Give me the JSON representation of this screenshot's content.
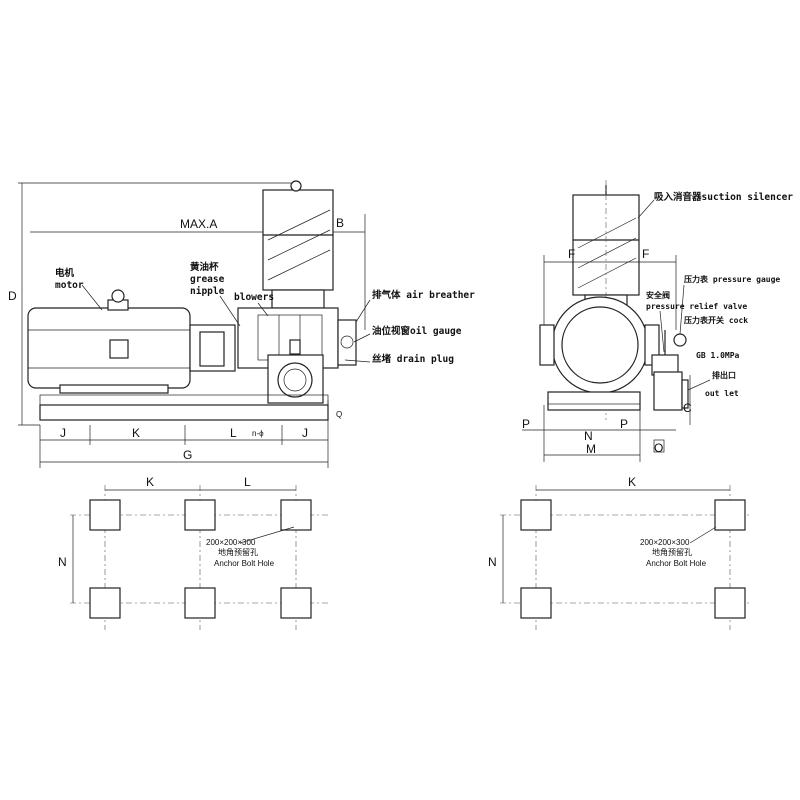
{
  "left_view": {
    "dims": {
      "max_a": "MAX.A",
      "b": "B",
      "d": "D",
      "j": "J",
      "k": "K",
      "l": "L",
      "n_phi": "n-ϕ",
      "j2": "J",
      "g": "G",
      "q": "Q"
    },
    "labels": {
      "motor_cn": "电机",
      "motor_en": "motor",
      "grease_cn": "黄油杯",
      "grease_en1": "grease",
      "grease_en2": "nipple",
      "blowers": "blowers",
      "air_breather": "排气体 air breather",
      "oil_gauge": "油位视窗oil gauge",
      "drain_plug": "丝堵 drain plug"
    }
  },
  "right_view": {
    "dims": {
      "f1": "F",
      "f2": "F",
      "p1": "P",
      "n": "N",
      "p2": "P",
      "m": "M",
      "o": "O",
      "c": "C"
    },
    "labels": {
      "suction_silencer": "吸入消音器suction silencer",
      "pressure_gauge": "压力表 pressure gauge",
      "safety_valve_cn": "安全阀",
      "pressure_relief": "pressure relief valve",
      "gauge_cock": "压力表开关 cock",
      "gb": "GB 1.0MPa",
      "outlet_cn": "排出口",
      "outlet_en": "out let"
    }
  },
  "foundation_left": {
    "k": "K",
    "l": "L",
    "n": "N",
    "size": "200×200×300",
    "hole_cn": "地角预留孔",
    "hole_en": "Anchor Bolt Hole"
  },
  "foundation_right": {
    "k": "K",
    "n": "N",
    "size": "200×200×300",
    "hole_cn": "地角预留孔",
    "hole_en": "Anchor Bolt Hole"
  }
}
